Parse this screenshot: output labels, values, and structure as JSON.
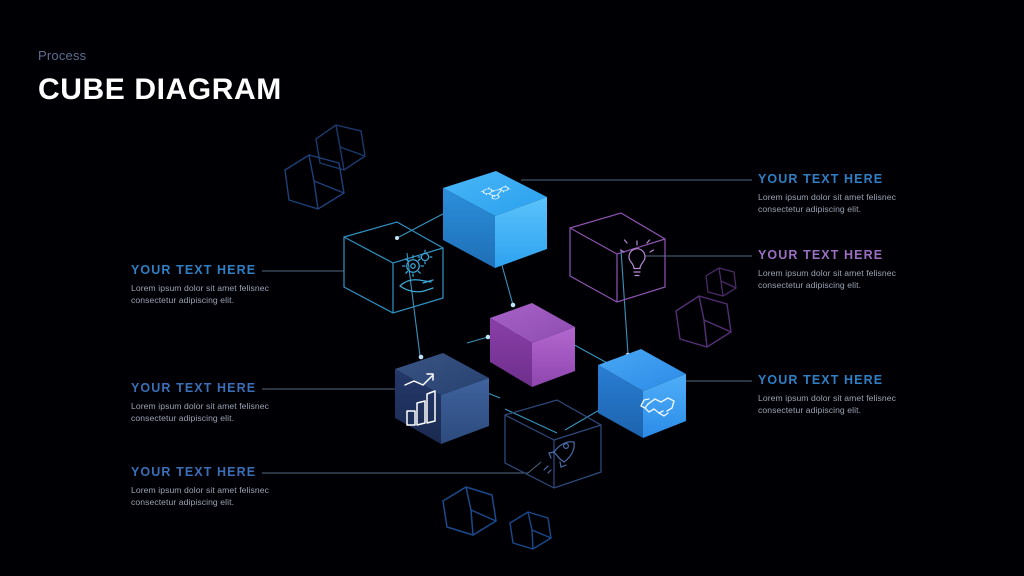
{
  "header": {
    "kicker": "Process",
    "title": "CUBE DIAGRAM",
    "kicker_color": "#5b6f92",
    "title_color": "#ffffff"
  },
  "theme": {
    "background": "#000004",
    "accent_blue": "#2196f3",
    "accent_light_blue": "#35b0f7",
    "accent_purple": "#8f4fb4",
    "accent_violet": "#a06fc4",
    "accent_slate": "#2c4a7c",
    "wire_cyan": "#2f7fa8",
    "wire_purple": "#7a4a9e",
    "connector": "#5d7a96",
    "body_text": "#9aa3b4"
  },
  "callouts": [
    {
      "id": "callout-top-right",
      "title": "YOUR TEXT HERE",
      "body": "Lorem ipsum dolor sit amet felisnec consectetur adipiscing elit.",
      "title_color": "#2f7fc4",
      "side": "right"
    },
    {
      "id": "callout-mid-right",
      "title": "YOUR TEXT HERE",
      "body": "Lorem ipsum dolor sit amet felisnec consectetur adipiscing elit.",
      "title_color": "#9a6fc0",
      "side": "right"
    },
    {
      "id": "callout-bottom-right",
      "title": "YOUR TEXT HERE",
      "body": "Lorem ipsum dolor sit amet felisnec consectetur adipiscing elit.",
      "title_color": "#2f7fc4",
      "side": "right"
    },
    {
      "id": "callout-top-left",
      "title": "YOUR TEXT HERE",
      "body": "Lorem ipsum dolor sit amet felisnec consectetur adipiscing elit.",
      "title_color": "#2f7fc4",
      "side": "left"
    },
    {
      "id": "callout-mid-left",
      "title": "YOUR TEXT HERE",
      "body": "Lorem ipsum dolor sit amet felisnec consectetur adipiscing elit.",
      "title_color": "#3a6fb8",
      "side": "left"
    },
    {
      "id": "callout-bottom-left",
      "title": "YOUR TEXT HERE",
      "body": "Lorem ipsum dolor sit amet felisnec consectetur adipiscing elit.",
      "title_color": "#3a6fb8",
      "side": "left"
    }
  ],
  "cubes": [
    {
      "id": "cube-top-blue",
      "style": "solid",
      "color": "#2196f3",
      "icon": "network-gear-icon"
    },
    {
      "id": "cube-left-wire",
      "style": "wireframe",
      "color": "#2f7fa8",
      "icon": "gears-in-hand-icon"
    },
    {
      "id": "cube-upper-right",
      "style": "wireframe",
      "color": "#7a4a9e",
      "icon": "lightbulb-icon"
    },
    {
      "id": "cube-center-purple",
      "style": "solid",
      "color": "#8f4fb4",
      "icon": "none"
    },
    {
      "id": "cube-lower-left",
      "style": "solid",
      "color": "#2c4a7c",
      "icon": "growth-chart-icon"
    },
    {
      "id": "cube-right-blue",
      "style": "solid",
      "color": "#2196f3",
      "icon": "handshake-icon"
    },
    {
      "id": "cube-bottom-wire",
      "style": "wireframe",
      "color": "#2a3f6b",
      "icon": "rocket-icon"
    }
  ],
  "decor_cubes": [
    {
      "id": "decor-cube-1",
      "color": "#1b3a6b"
    },
    {
      "id": "decor-cube-2",
      "color": "#1b3a6b"
    },
    {
      "id": "decor-cube-3",
      "color": "#4a2a66"
    },
    {
      "id": "decor-cube-4",
      "color": "#4a2a66"
    },
    {
      "id": "decor-cube-5",
      "color": "#1b4a8c"
    },
    {
      "id": "decor-cube-6",
      "color": "#1b4a8c"
    }
  ]
}
